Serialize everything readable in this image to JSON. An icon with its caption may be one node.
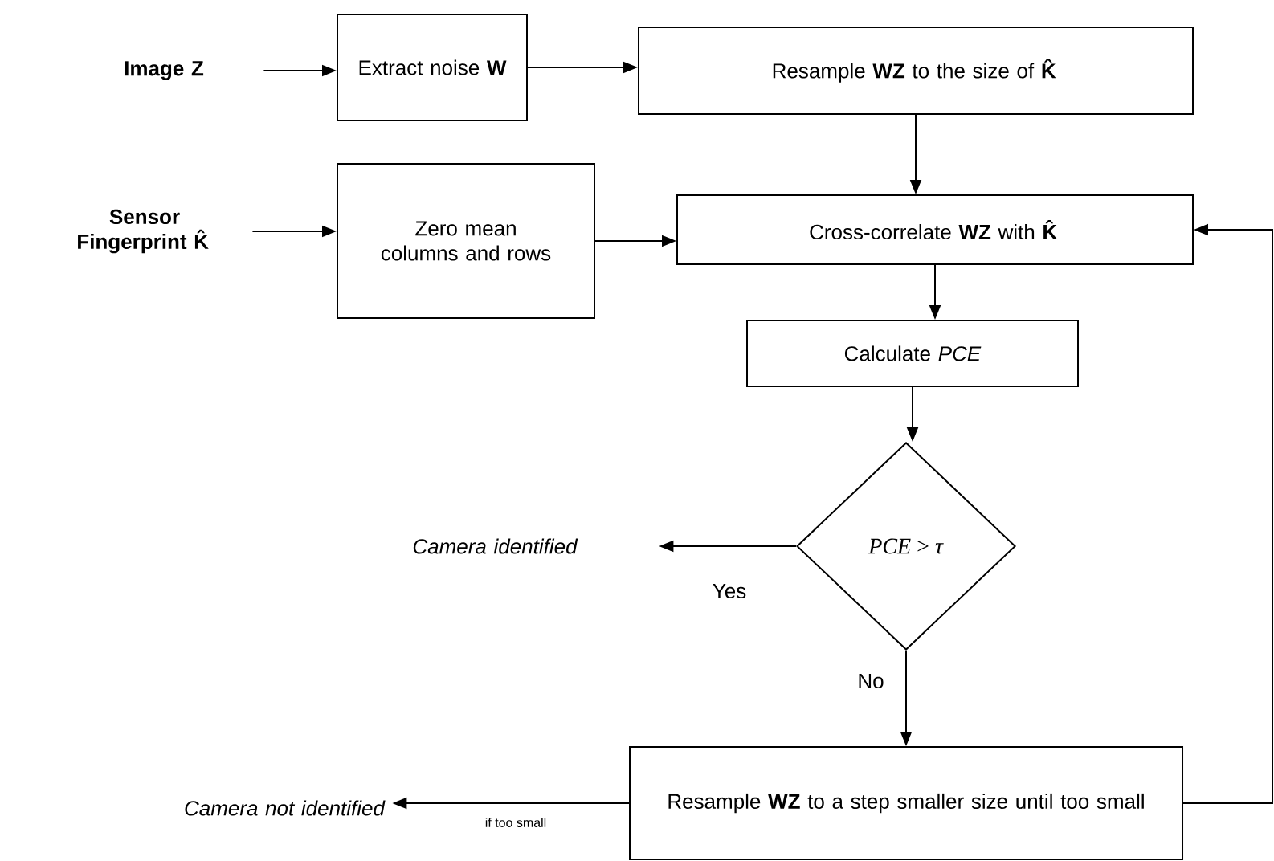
{
  "diagram": {
    "nodes": [
      {
        "text": [
          "Image **Z**"
        ]
      },
      {
        "text": [
          "Extract noise **W**"
        ]
      },
      {
        "text": [
          "Resample **WZ** to the size of **K̂**"
        ]
      },
      {
        "text": [
          "Sensor Fingerprint **K̂**"
        ]
      },
      {
        "text": [
          "Zero mean columns and rows"
        ]
      },
      {
        "text": [
          "Cross-correlate **WZ** with **K̂**"
        ]
      },
      {
        "text": [
          "Calculate *PCE*"
        ]
      },
      {
        "text": [
          "*PCE* > *τ*"
        ]
      },
      {
        "text": [
          "Camera identified"
        ]
      },
      {
        "text": [
          "Resample **WZ** to a step smaller size until too small"
        ]
      },
      {
        "text": [
          "Camera not identified"
        ]
      }
    ],
    "edges": [
      {
        "from": 0,
        "to": 1,
        "arrow": "to"
      },
      {
        "from": 1,
        "to": 2,
        "arrow": "to"
      },
      {
        "from": 2,
        "to": 5,
        "arrow": "to"
      },
      {
        "from": 3,
        "to": 4,
        "arrow": "to"
      },
      {
        "from": 4,
        "to": 5,
        "arrow": "to"
      },
      {
        "from": 5,
        "to": 6,
        "arrow": "to"
      },
      {
        "from": 6,
        "to": 7,
        "arrow": "to"
      },
      {
        "from": 7,
        "to": 8,
        "arrow": "to",
        "label": "Yes"
      },
      {
        "from": 7,
        "to": 9,
        "arrow": "to",
        "label": "No"
      },
      {
        "from": 9,
        "to": 10,
        "arrow": "to",
        "label": "if too small"
      },
      {
        "from": 9,
        "to": 5,
        "arrow": "to"
      }
    ]
  }
}
